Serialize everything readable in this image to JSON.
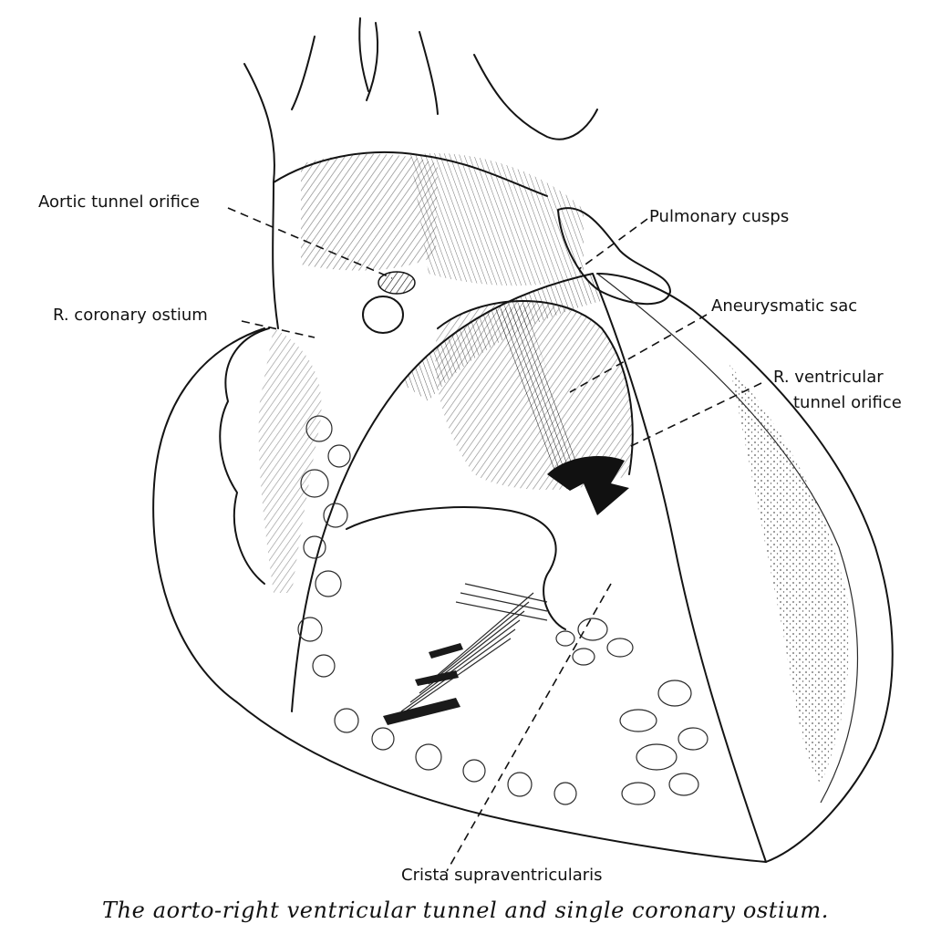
{
  "labels": {
    "aortic_tunnel_orifice": "Aortic tunnel orifice",
    "r_coronary_ostium": "R. coronary ostium",
    "pulmonary_cusps": "Pulmonary cusps",
    "aneurysmatic_sac": "Aneurysmatic sac",
    "r_ventricular_line1": "R. ventricular",
    "r_ventricular_line2": "tunnel orifice",
    "crista_supraventricularis": "Crista supraventricularis"
  },
  "caption": "The aorto-right ventricular tunnel and single coronary ostium.",
  "colors": {
    "ink": "#141414",
    "paper": "#ffffff"
  }
}
